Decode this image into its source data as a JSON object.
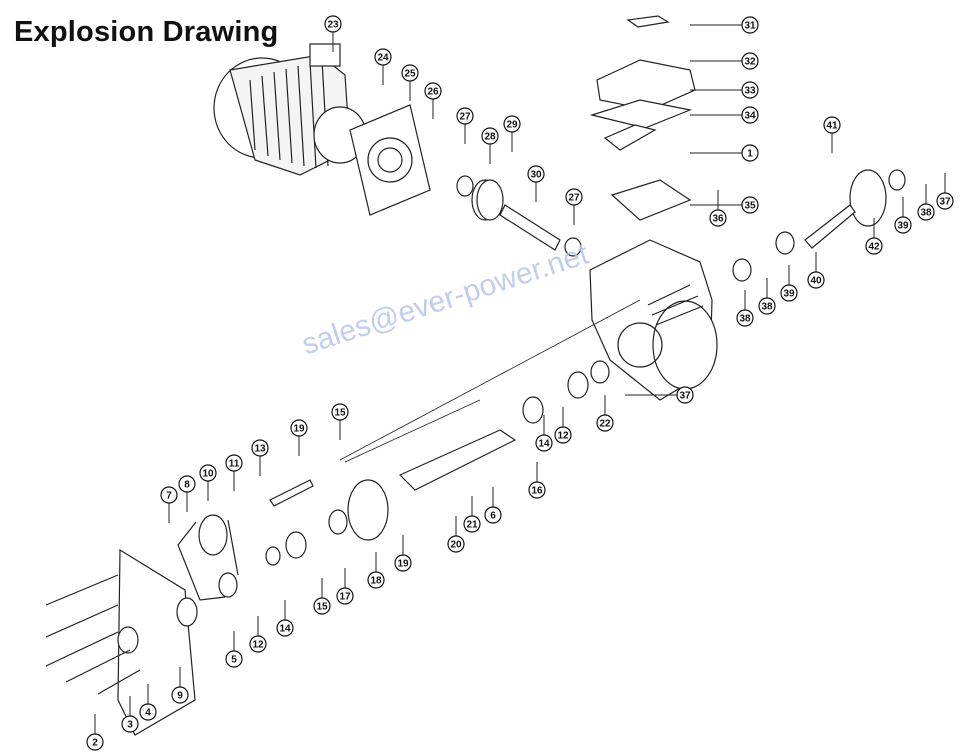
{
  "page": {
    "title": "Explosion Drawing",
    "watermark": "sales@ever-power.net"
  },
  "callouts": [
    "23",
    "24",
    "25",
    "26",
    "27",
    "28",
    "29",
    "30",
    "27",
    "31",
    "32",
    "33",
    "34",
    "1",
    "35",
    "36",
    "41",
    "37",
    "38",
    "39",
    "42",
    "38",
    "40",
    "39",
    "38",
    "37",
    "22",
    "12",
    "14",
    "15",
    "16",
    "19",
    "13",
    "11",
    "10",
    "8",
    "7",
    "6",
    "21",
    "20",
    "19",
    "18",
    "17",
    "15",
    "14",
    "12",
    "5",
    "9",
    "4",
    "3",
    "2",
    "1"
  ]
}
